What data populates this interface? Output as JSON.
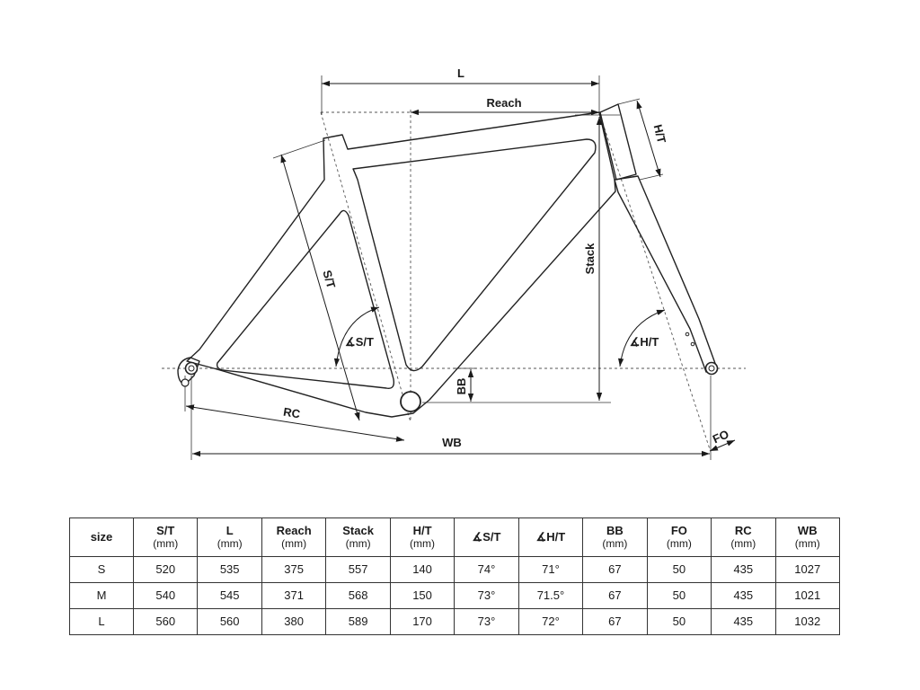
{
  "diagram": {
    "labels": {
      "L": "L",
      "reach": "Reach",
      "ht": "H/T",
      "stack": "Stack",
      "st": "S/T",
      "st_angle": "∡S/T",
      "ht_angle": "∡H/T",
      "bb": "BB",
      "rc": "RC",
      "wb": "WB",
      "fo": "FO"
    }
  },
  "table": {
    "size_label": "size",
    "columns": [
      {
        "key": "st",
        "label": "S/T",
        "unit": "(mm)"
      },
      {
        "key": "l",
        "label": "L",
        "unit": "(mm)"
      },
      {
        "key": "reach",
        "label": "Reach",
        "unit": "(mm)"
      },
      {
        "key": "stack",
        "label": "Stack",
        "unit": "(mm)"
      },
      {
        "key": "ht",
        "label": "H/T",
        "unit": "(mm)"
      },
      {
        "key": "st_angle",
        "label": "∡S/T",
        "unit": ""
      },
      {
        "key": "ht_angle",
        "label": "∡H/T",
        "unit": ""
      },
      {
        "key": "bb",
        "label": "BB",
        "unit": "(mm)"
      },
      {
        "key": "fo",
        "label": "FO",
        "unit": "(mm)"
      },
      {
        "key": "rc",
        "label": "RC",
        "unit": "(mm)"
      },
      {
        "key": "wb",
        "label": "WB",
        "unit": "(mm)"
      }
    ],
    "rows": [
      {
        "size": "S",
        "values": [
          "520",
          "535",
          "375",
          "557",
          "140",
          "74°",
          "71°",
          "67",
          "50",
          "435",
          "1027"
        ]
      },
      {
        "size": "M",
        "values": [
          "540",
          "545",
          "371",
          "568",
          "150",
          "73°",
          "71.5°",
          "67",
          "50",
          "435",
          "1021"
        ]
      },
      {
        "size": "L",
        "values": [
          "560",
          "560",
          "380",
          "589",
          "170",
          "73°",
          "72°",
          "67",
          "50",
          "435",
          "1032"
        ]
      }
    ]
  }
}
